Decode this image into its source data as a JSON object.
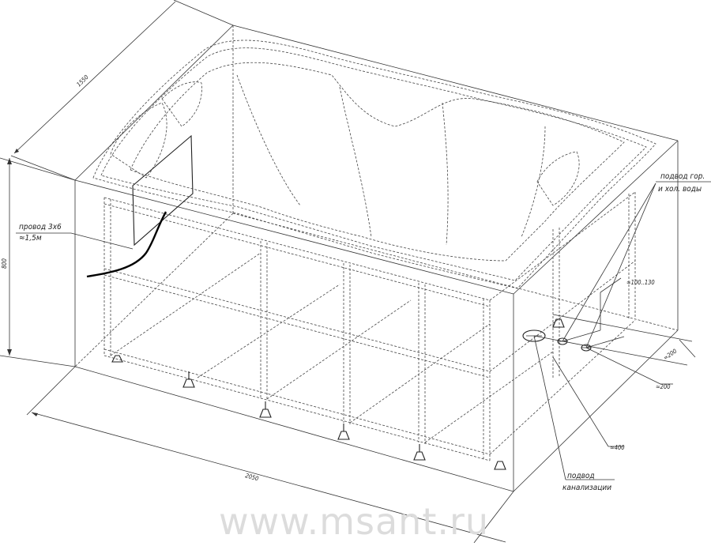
{
  "drawing": {
    "dimensions": {
      "width": "1550",
      "height": "800",
      "length": "2050",
      "pipe_spacing": "≈100..130",
      "pipe_depth_a": "≈200",
      "pipe_depth_b": "≈200",
      "drain_offset": "≈400"
    },
    "labels": {
      "wire_line1": "провод 3х6",
      "wire_line2": "≈1,5м",
      "water_line1": "подвод гор.",
      "water_line2": "и хол. воды",
      "drain_line1": "подвод",
      "drain_line2": "канализации"
    },
    "watermark": "www.msant.ru"
  }
}
